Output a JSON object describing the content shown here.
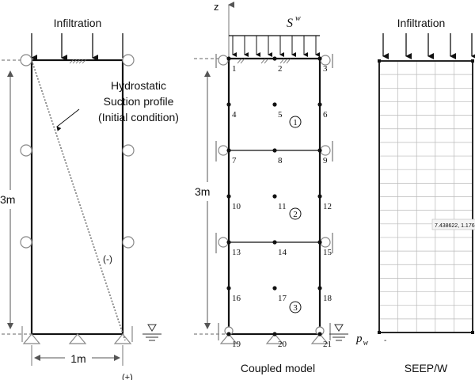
{
  "panel_a": {
    "infiltration": "Infiltration",
    "profile_line1": "Hydrostatic",
    "profile_line2": "Suction profile",
    "profile_line3": "(Initial condition)",
    "height": "3m",
    "width": "1m",
    "negative": "(-)",
    "positive": "(+)"
  },
  "panel_b": {
    "axis_z": "z",
    "flux_s": "S",
    "flux_sup": "w",
    "height": "3m",
    "pressure_p": "p",
    "pressure_sub": "w",
    "caption": "Coupled model",
    "nodes": [
      "1",
      "2",
      "3",
      "4",
      "5",
      "6",
      "7",
      "8",
      "9",
      "10",
      "11",
      "12",
      "13",
      "14",
      "15",
      "16",
      "17",
      "18",
      "19",
      "20",
      "21"
    ],
    "elements": [
      "1",
      "2",
      "3"
    ]
  },
  "panel_c": {
    "infiltration": "Infiltration",
    "tooltip": "7.438622, 1.176",
    "corner_mark": "-",
    "caption": "SEEP/W"
  }
}
